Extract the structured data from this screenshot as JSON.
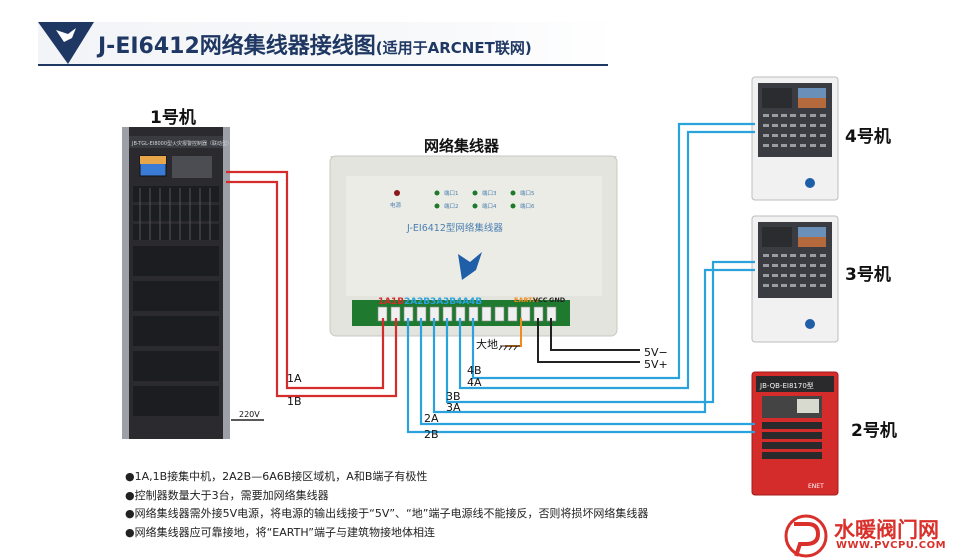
{
  "title": {
    "main": "J-EI6412网络集线器接线图",
    "sub": "(适用于ARCNET联网)"
  },
  "devices": {
    "m1": "1号机",
    "hub": "网络集线器",
    "m4": "4号机",
    "m3": "3号机",
    "m2": "2号机"
  },
  "hub_panel": {
    "name": "J-EI6412型网络集线器",
    "power": "电源",
    "ports": [
      "端口1",
      "端口2",
      "端口3",
      "端口4",
      "端口5",
      "端口6"
    ],
    "terminals": [
      "1A",
      "1B",
      "2A",
      "2B",
      "3A",
      "3B",
      "4A",
      "4B",
      "EARTH",
      "VCC",
      "GND"
    ]
  },
  "cabinet_label": "JB-TGL-EI8000型火灾报警控制器（联动型）",
  "panel2_label": "JB-QB-EI8170型",
  "brand": "ENET",
  "wires": {
    "w1a": "1A",
    "w1b": "1B",
    "w2a": "2A",
    "w2b": "2B",
    "w3a": "3A",
    "w3b": "3B",
    "w4a": "4A",
    "w4b": "4B",
    "v220": "220V",
    "ground": "大地",
    "v5m": "5V−",
    "v5p": "5V+"
  },
  "notes": [
    "●1A,1B接集中机，2A2B—6A6B接区域机，A和B端子有极性",
    "●控制器数量大于3台，需要加网络集线器",
    "●网络集线器需外接5V电源，将电源的输出线接于“5V”、“地”端子电源线不能接反，否则将损坏网络集线器",
    "●网络集线器应可靠接地，将“EARTH”端子与建筑物接地体相连"
  ],
  "watermark": {
    "name": "水暖阀门网",
    "url": "WWW.PVCPU.COM"
  },
  "colors": {
    "title": "#1f3763",
    "red_wire": "#d42b2b",
    "blue_wire": "#2aa3dc",
    "black_wire": "#222222",
    "earth_wire": "#f08a1c",
    "watermark": "#d9302b"
  }
}
